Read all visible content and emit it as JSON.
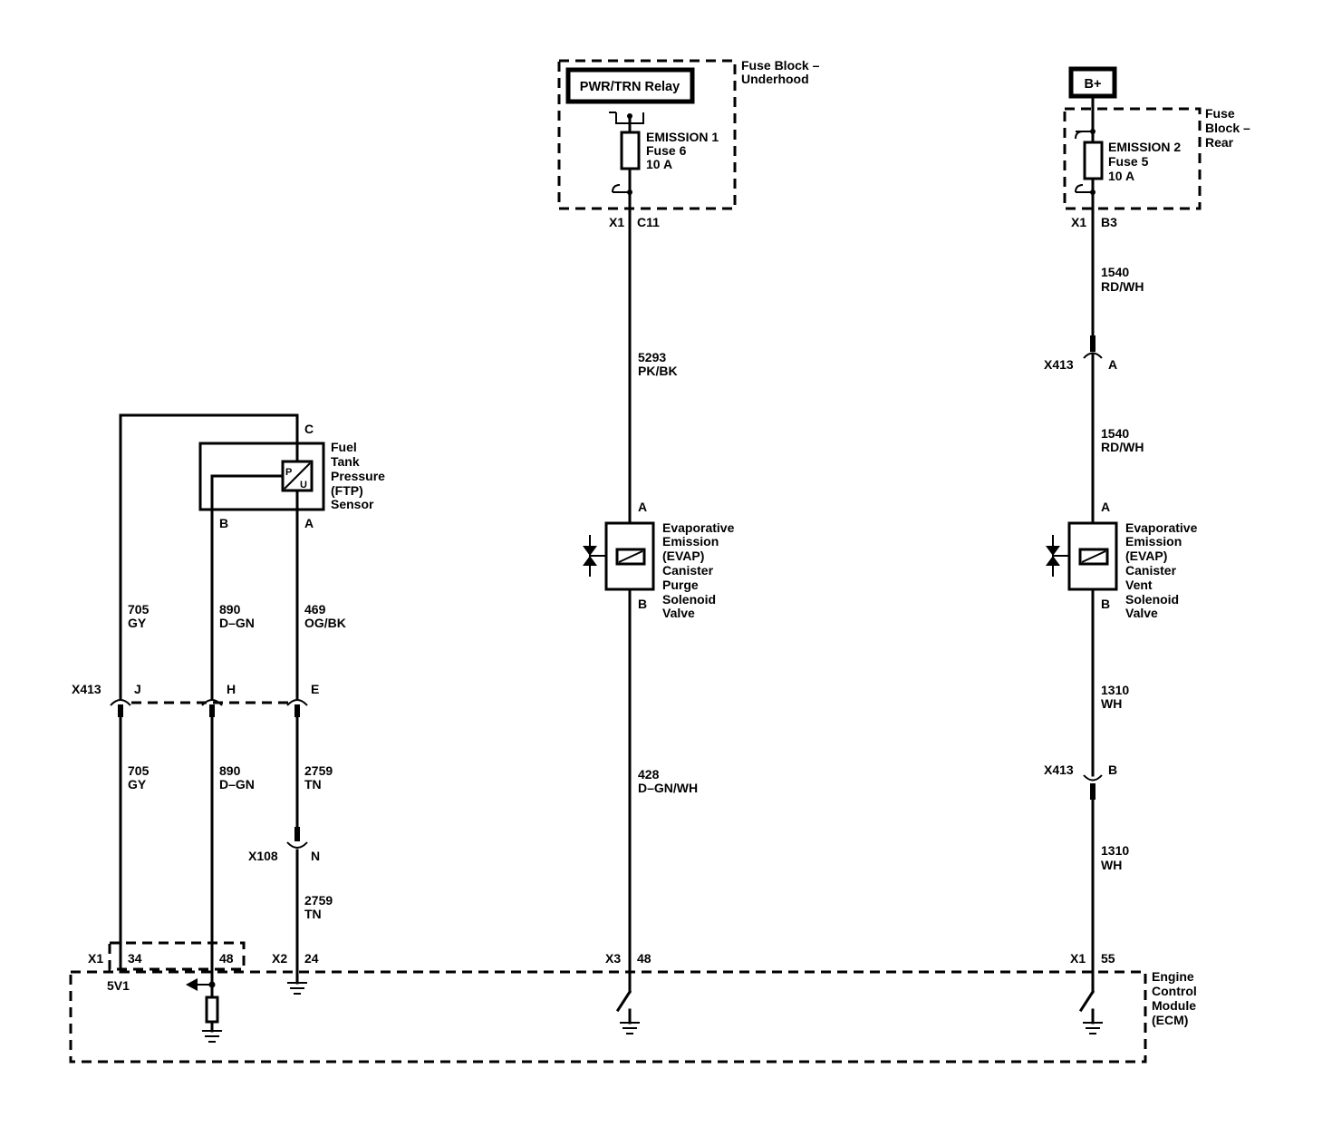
{
  "purge_circuit": {
    "relay_label": "PWR/TRN Relay",
    "fuse_block_name": [
      "Fuse Block –",
      "Underhood"
    ],
    "fuse_name": "EMISSION 1",
    "fuse_number": "Fuse 6",
    "fuse_rating": "10 A",
    "fuse_connector": "X1",
    "fuse_pin": "C11",
    "feed_wire_circuit": "5293",
    "feed_wire_color": "PK/BK",
    "solenoid_pin_a": "A",
    "solenoid_pin_b": "B",
    "solenoid_name": [
      "Evaporative",
      "Emission",
      "(EVAP)",
      "Canister",
      "Purge",
      "Solenoid",
      "Valve"
    ],
    "control_wire_circuit": "428",
    "control_wire_color": "D–GN/WH",
    "ecm_connector": "X3",
    "ecm_pin": "48"
  },
  "vent_circuit": {
    "power_label": "B+",
    "fuse_block_name": [
      "Fuse",
      "Block –",
      "Rear"
    ],
    "fuse_name": "EMISSION 2",
    "fuse_number": "Fuse 5",
    "fuse_rating": "10 A",
    "fuse_connector": "X1",
    "fuse_pin": "B3",
    "feed_wire_circuit": "1540",
    "feed_wire_color": "RD/WH",
    "inline_connector_1": "X413",
    "inline_pin_1": "A",
    "feed_wire2_circuit": "1540",
    "feed_wire2_color": "RD/WH",
    "solenoid_pin_a": "A",
    "solenoid_pin_b": "B",
    "solenoid_name": [
      "Evaporative",
      "Emission",
      "(EVAP)",
      "Canister",
      "Vent",
      "Solenoid",
      "Valve"
    ],
    "control_wire_circuit": "1310",
    "control_wire_color": "WH",
    "inline_connector_2": "X413",
    "inline_pin_2": "B",
    "control_wire2_circuit": "1310",
    "control_wire2_color": "WH",
    "ecm_connector": "X1",
    "ecm_pin": "55"
  },
  "ftp_sensor": {
    "name": [
      "Fuel",
      "Tank",
      "Pressure",
      "(FTP)",
      "Sensor"
    ],
    "symbol_p": "P",
    "symbol_u": "U",
    "pin_c": "C",
    "pin_b": "B",
    "pin_a": "A",
    "wire_ref_circuit": "705",
    "wire_ref_color": "GY",
    "wire_sig_circuit": "890",
    "wire_sig_color": "D–GN",
    "wire_low_circuit": "469",
    "wire_low_color": "OG/BK",
    "inline_connector": "X413",
    "inline_pin_j": "J",
    "inline_pin_h": "H",
    "inline_pin_e": "E",
    "wire_ref2_circuit": "705",
    "wire_ref2_color": "GY",
    "wire_sig2_circuit": "890",
    "wire_sig2_color": "D–GN",
    "wire_low2_circuit": "2759",
    "wire_low2_color": "TN",
    "inline_connector_2": "X108",
    "inline_pin_n": "N",
    "wire_low3_circuit": "2759",
    "wire_low3_color": "TN",
    "ecm_connector_1": "X1",
    "ecm_pin_ref": "34",
    "ecm_pin_sig": "48",
    "ecm_connector_2": "X2",
    "ecm_pin_low": "24",
    "ref_voltage_label": "5V1"
  },
  "ecm": {
    "name": [
      "Engine",
      "Control",
      "Module",
      "(ECM)"
    ]
  }
}
